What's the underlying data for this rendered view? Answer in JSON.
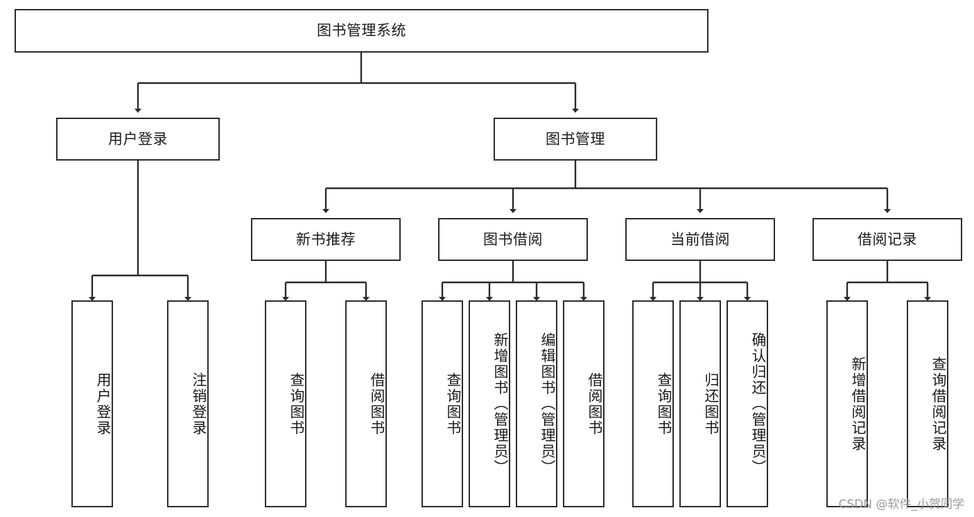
{
  "diagram": {
    "title": "图书管理系统",
    "watermark": "CSDN @软件_小贺同学",
    "line_color": "#2b2b2b",
    "box_border_color": "#2b2b2b",
    "box_fill_color": "#ffffff",
    "text_color": "#1a1a1a",
    "watermark_color": "#9a9a9a"
  },
  "root": {
    "label": "图书管理系统"
  },
  "level2": [
    {
      "label": "用户登录"
    },
    {
      "label": "图书管理"
    }
  ],
  "level3": [
    {
      "label": "新书推荐"
    },
    {
      "label": "图书借阅"
    },
    {
      "label": "当前借阅"
    },
    {
      "label": "借阅记录"
    }
  ],
  "leaves": {
    "user_login": [
      {
        "label": "用户登录"
      },
      {
        "label": "注销登录"
      }
    ],
    "new_book_recommend": [
      {
        "label": "查询图书"
      },
      {
        "label": "借阅图书"
      }
    ],
    "book_borrow": [
      {
        "label": "查询图书"
      },
      {
        "label": "新增图书（管理员）"
      },
      {
        "label": "编辑图书（管理员）"
      },
      {
        "label": "借阅图书"
      }
    ],
    "current_borrow": [
      {
        "label": "查询图书"
      },
      {
        "label": "归还图书"
      },
      {
        "label": "确认归还（管理员）"
      }
    ],
    "borrow_record": [
      {
        "label": "新增借阅记录"
      },
      {
        "label": "查询借阅记录"
      }
    ]
  }
}
